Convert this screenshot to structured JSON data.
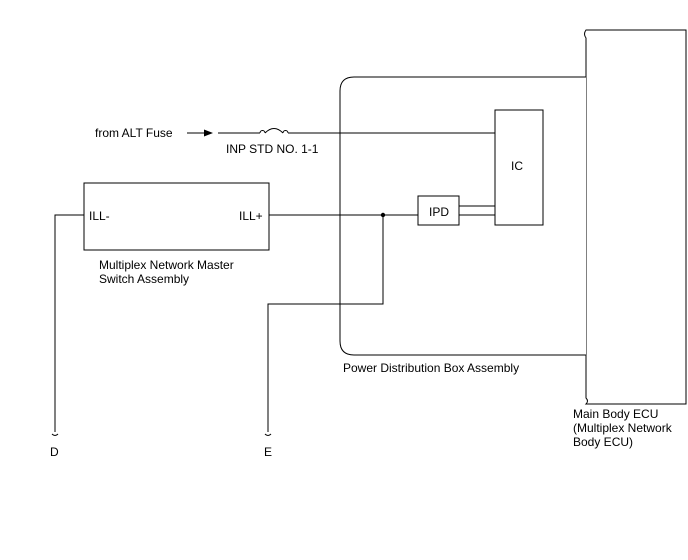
{
  "labels": {
    "from_alt_fuse": "from ALT Fuse",
    "fuse_name": "INP STD NO. 1-1",
    "ic": "IC",
    "ipd": "IPD",
    "ill_minus": "ILL-",
    "ill_plus": "ILL+",
    "switch_line1": "Multiplex Network Master",
    "switch_line2": "Switch Assembly",
    "pdb": "Power Distribution Box Assembly",
    "ecu_line1": "Main Body ECU",
    "ecu_line2": "(Multiplex Network",
    "ecu_line3": "Body ECU)",
    "terminal_d": "D",
    "terminal_e": "E"
  }
}
